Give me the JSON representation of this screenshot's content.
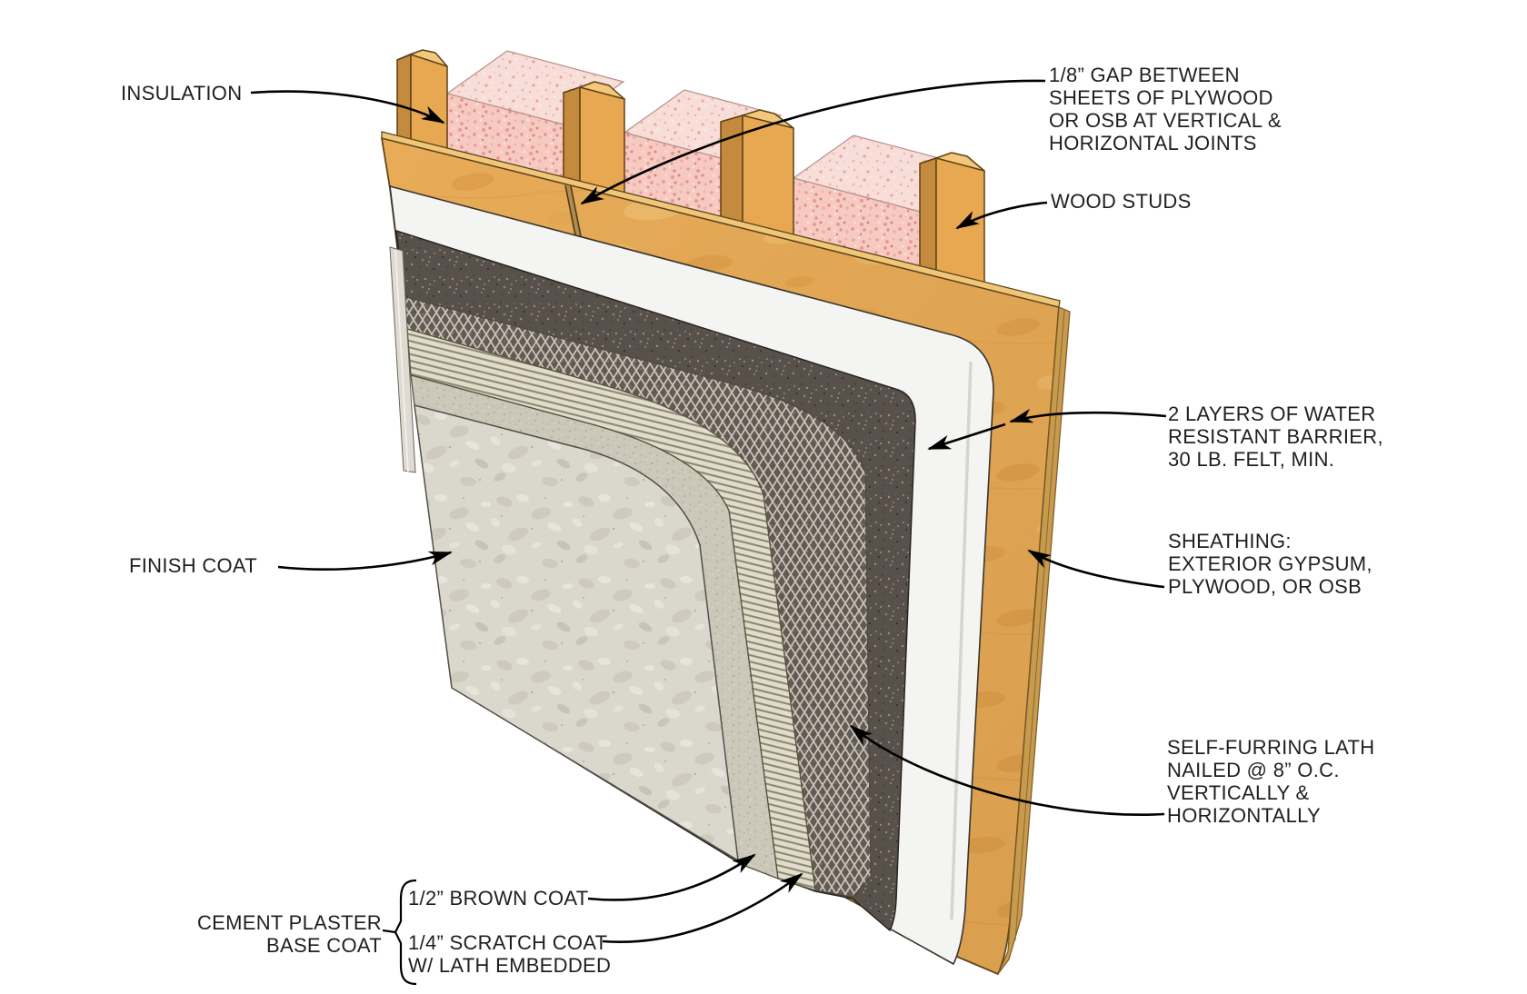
{
  "diagram": {
    "kind": "construction-wall-assembly-detail",
    "subject": "Exterior cement plaster (stucco) wall section over wood stud framing"
  },
  "labels": {
    "insulation": {
      "text": "INSULATION"
    },
    "gap": {
      "text": "1/8” GAP BETWEEN\nSHEETS OF PLYWOOD\nOR OSB AT VERTICAL &\nHORIZONTAL JOINTS"
    },
    "wood_studs": {
      "text": "WOOD STUDS"
    },
    "barrier": {
      "text": "2 LAYERS OF WATER\nRESISTANT BARRIER,\n30 LB. FELT, MIN."
    },
    "sheathing": {
      "text": "SHEATHING:\nEXTERIOR GYPSUM,\nPLYWOOD, OR OSB"
    },
    "lath": {
      "text": "SELF-FURRING LATH\nNAILED @ 8” O.C.\nVERTICALLY &\nHORIZONTALLY"
    },
    "finish_coat": {
      "text": "FINISH COAT"
    },
    "base_coat_group": {
      "text": "CEMENT PLASTER\nBASE COAT"
    },
    "brown_coat": {
      "text": "1/2” BROWN COAT"
    },
    "scratch_coat": {
      "text": "1/4” SCRATCH COAT\nW/ LATH EMBEDDED"
    }
  },
  "colors": {
    "background": "#ffffff",
    "ink": "#1f1f1f",
    "line": "#000000",
    "wood": "#e8ac58",
    "wood_edge": "#c79a4d",
    "wood_outline": "#5f451c",
    "stud_front": "#e7a851",
    "stud_side": "#c48a3d",
    "stud_top": "#f3c87d",
    "insulation": "#f6cac1",
    "insulation_top": "#f7ded8",
    "sheathing_white": "#f4f4f2",
    "felt": "#58514b",
    "mesh_base": "#6e655b",
    "mesh_line": "#c9c3b8",
    "scratch": "#e2ddc8",
    "scratch_line": "#8d8779",
    "brown": "#ccc8b9",
    "finish": "#dad7cc",
    "bead": "#dfdbd2"
  }
}
